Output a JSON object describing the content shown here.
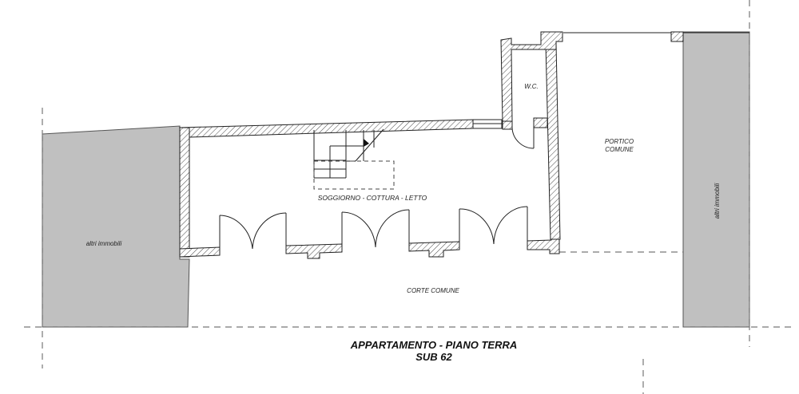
{
  "drawing": {
    "title": "APPARTAMENTO - PIANO TERRA",
    "subtitle": "SUB 62"
  },
  "rooms": {
    "main": "SOGGIORNO - COTTURA - LETTO",
    "wc": "W.C.",
    "portico_line1": "PORTICO",
    "portico_line2": "COMUNE",
    "courtyard": "CORTE COMUNE",
    "other_left": "altri immobili",
    "other_right": "altri immobili"
  },
  "colors": {
    "other_property_fill": "#c0c0c0",
    "wall_stroke": "#222222"
  }
}
